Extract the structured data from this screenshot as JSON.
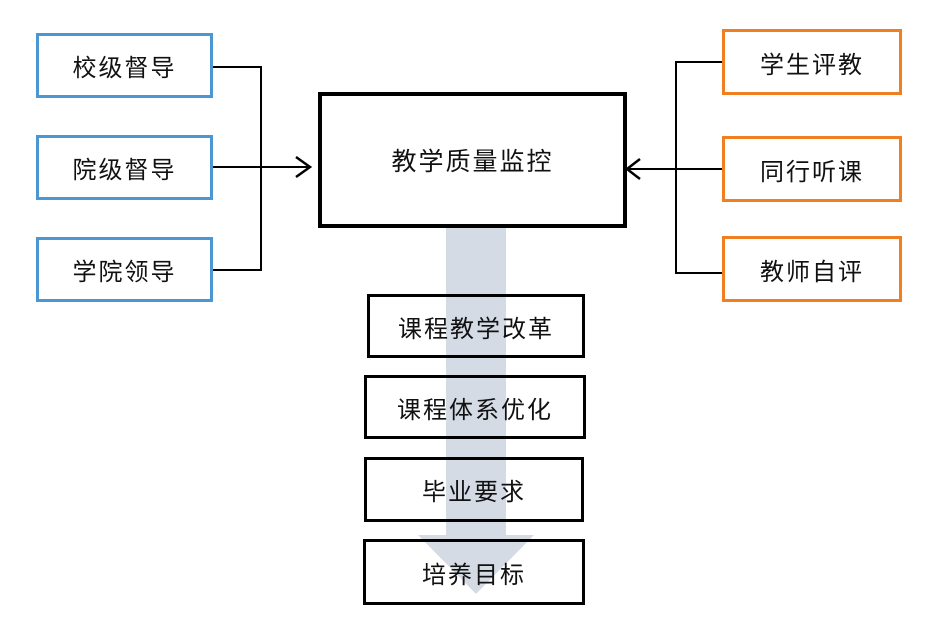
{
  "center": {
    "label": "教学质量监控"
  },
  "left_sources": [
    {
      "label": "校级督导"
    },
    {
      "label": "院级督导"
    },
    {
      "label": "学院领导"
    }
  ],
  "right_sources": [
    {
      "label": "学生评教"
    },
    {
      "label": "同行听课"
    },
    {
      "label": "教师自评"
    }
  ],
  "outcomes": [
    {
      "label": "课程教学改革"
    },
    {
      "label": "课程体系优化"
    },
    {
      "label": "毕业要求"
    },
    {
      "label": "培养目标"
    }
  ],
  "colors": {
    "left_border": "#4a97d4",
    "right_border": "#f07f22",
    "flow_arrow": "#d5dbe5"
  }
}
